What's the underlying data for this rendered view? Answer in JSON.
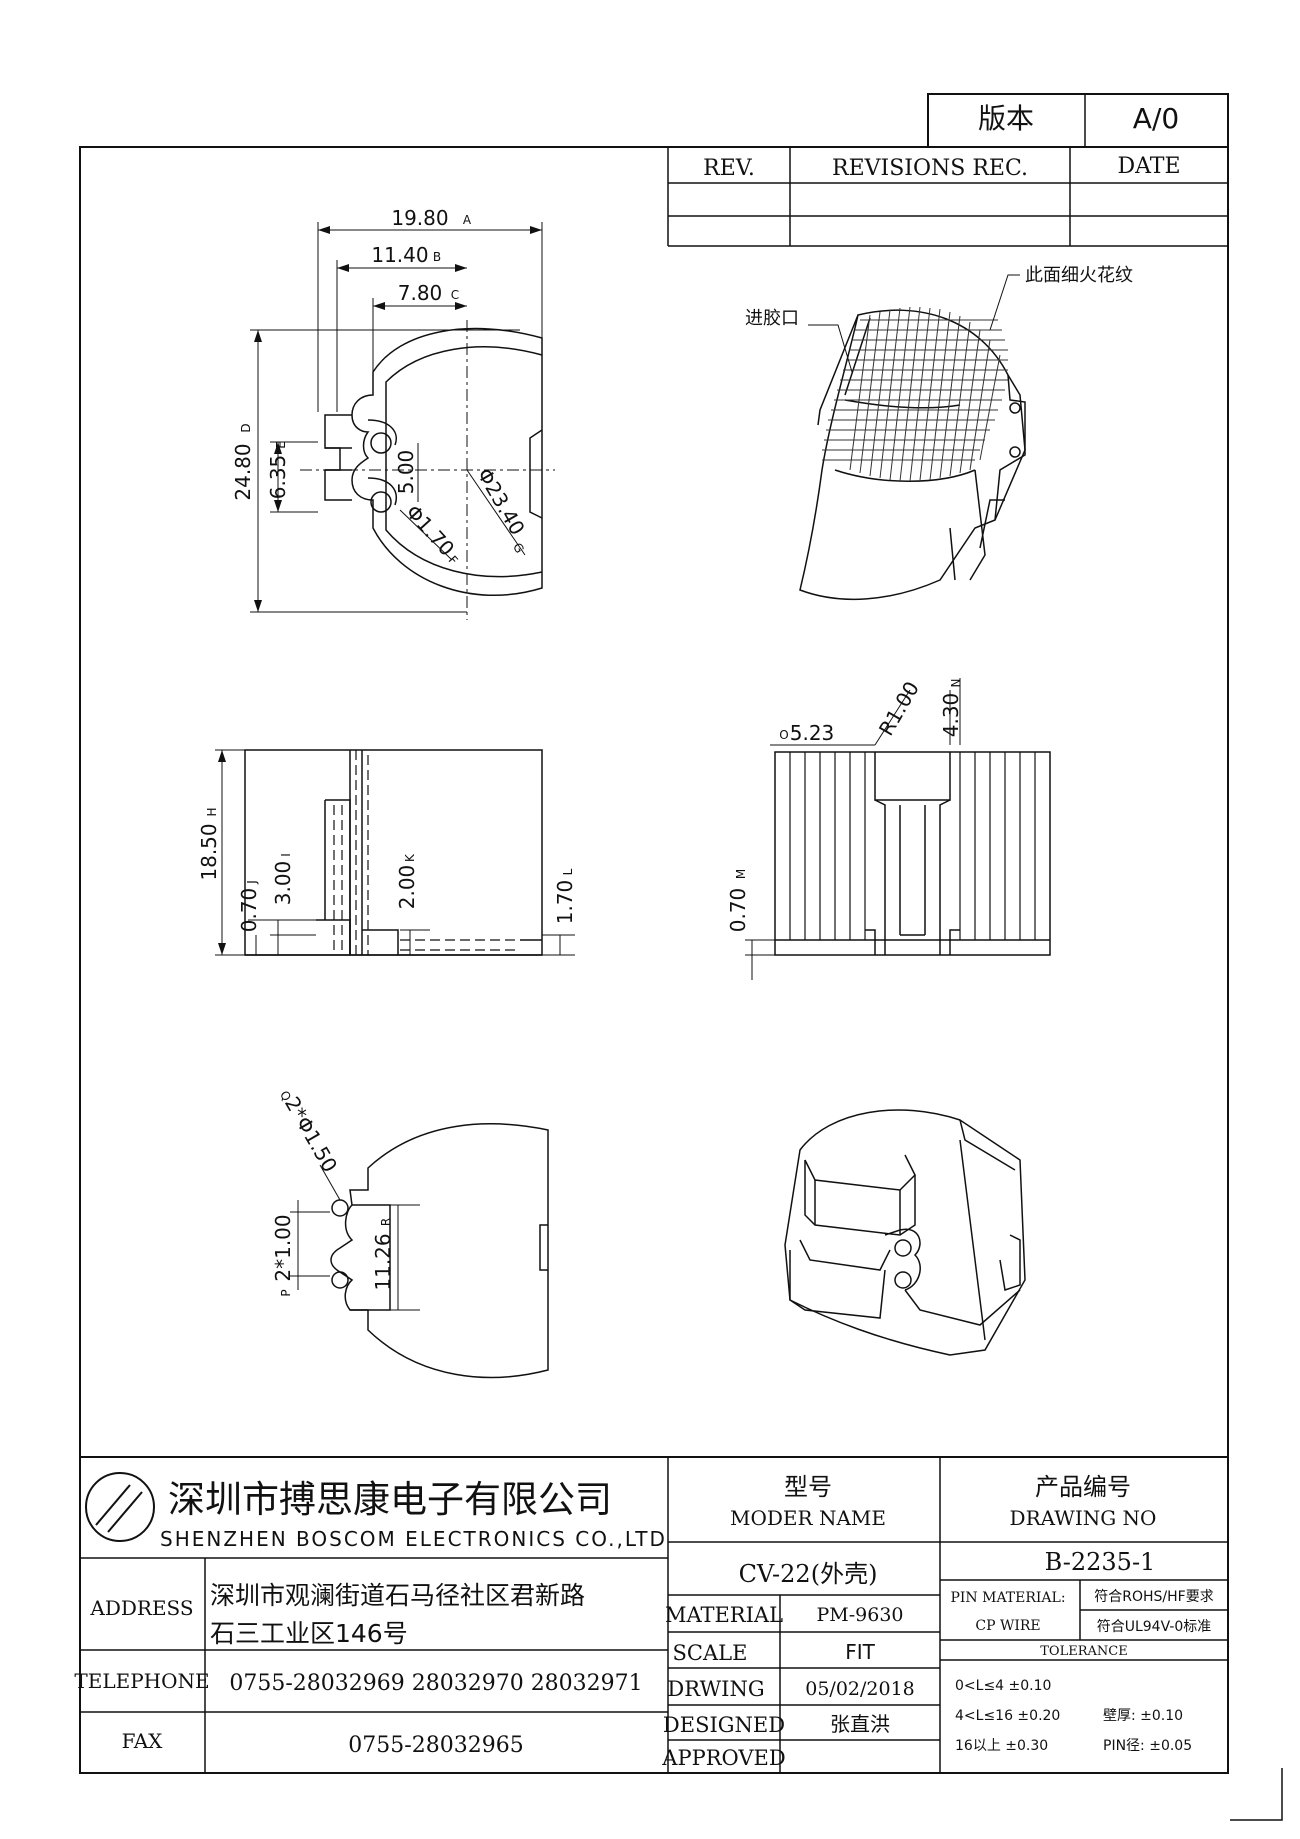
{
  "version_box": {
    "label": "版本",
    "value": "A/0"
  },
  "revisions": {
    "rev": "REV.",
    "rec": "REVISIONS REC.",
    "date": "DATE"
  },
  "top_view": {
    "dim_a": "19.80",
    "mark_a": "A",
    "dim_b": "11.40",
    "mark_b": "B",
    "dim_c": "7.80",
    "mark_c": "C",
    "dim_d": "24.80",
    "mark_d": "D",
    "dim_e": "6.35",
    "mark_e": "E",
    "dim_f": "5.00",
    "dim_g": "Φ23.40",
    "mark_g": "G",
    "dim_h": "Φ1.70",
    "mark_h": "F"
  },
  "iso_top": {
    "note_texture": "此面细火花纹",
    "note_gate": "进胶口"
  },
  "side_view": {
    "dim_h1": "18.50",
    "mark_h1": "H",
    "dim_i": "3.00",
    "mark_i": "I",
    "dim_j": "0.70",
    "mark_j": "J",
    "dim_k": "2.00",
    "mark_k": "K",
    "dim_l": "1.70",
    "mark_l": "L"
  },
  "front_view": {
    "dim_o": "5.23",
    "mark_o": "O",
    "dim_r": "R1.00",
    "dim_n": "4.30",
    "mark_n": "N",
    "dim_m": "0.70",
    "mark_m": "M"
  },
  "bottom_view": {
    "dim_q": "2*Φ1.50",
    "mark_q": "Q",
    "dim_p": "2*1.00",
    "mark_p": "P",
    "dim_r2": "11.26",
    "mark_r2": "R"
  },
  "title_block": {
    "company_cn": "深圳市搏思康电子有限公司",
    "company_en": "SHENZHEN BOSCOM ELECTRONICS CO.,LTD",
    "model_cn": "型号",
    "model_en": "MODER NAME",
    "drawing_cn": "产品编号",
    "drawing_en": "DRAWING NO",
    "model_value": "CV-22(外壳)",
    "drawing_value": "B-2235-1",
    "address_label": "ADDRESS",
    "address_line1": "深圳市观澜街道石马径社区君新路",
    "address_line2": "石三工业区146号",
    "telephone_label": "TELEPHONE",
    "telephone_value": "0755-28032969  28032970  28032971",
    "fax_label": "FAX",
    "fax_value": "0755-28032965",
    "material_label": "MATERIAL",
    "material_value": "PM-9630",
    "scale_label": "SCALE",
    "scale_value": "FIT",
    "drawing_label": "DRWING",
    "drawing_date": "05/02/2018",
    "designed_label": "DESIGNED",
    "designed_value": "张直洪",
    "approved_label": "APPROVED",
    "approved_value": "",
    "pin_material": "PIN MATERIAL:",
    "cp_wire": "CP WIRE",
    "rohs": "符合ROHS/HF要求",
    "ul": "符合UL94V-0标准",
    "tolerance": "TOLERANCE",
    "tol1": "0<L≤4  ±0.10",
    "tol2": "4<L≤16  ±0.20",
    "tol3": "16以上    ±0.30",
    "wall": "壁厚:  ±0.10",
    "pin_dia": "PIN径: ±0.05"
  }
}
